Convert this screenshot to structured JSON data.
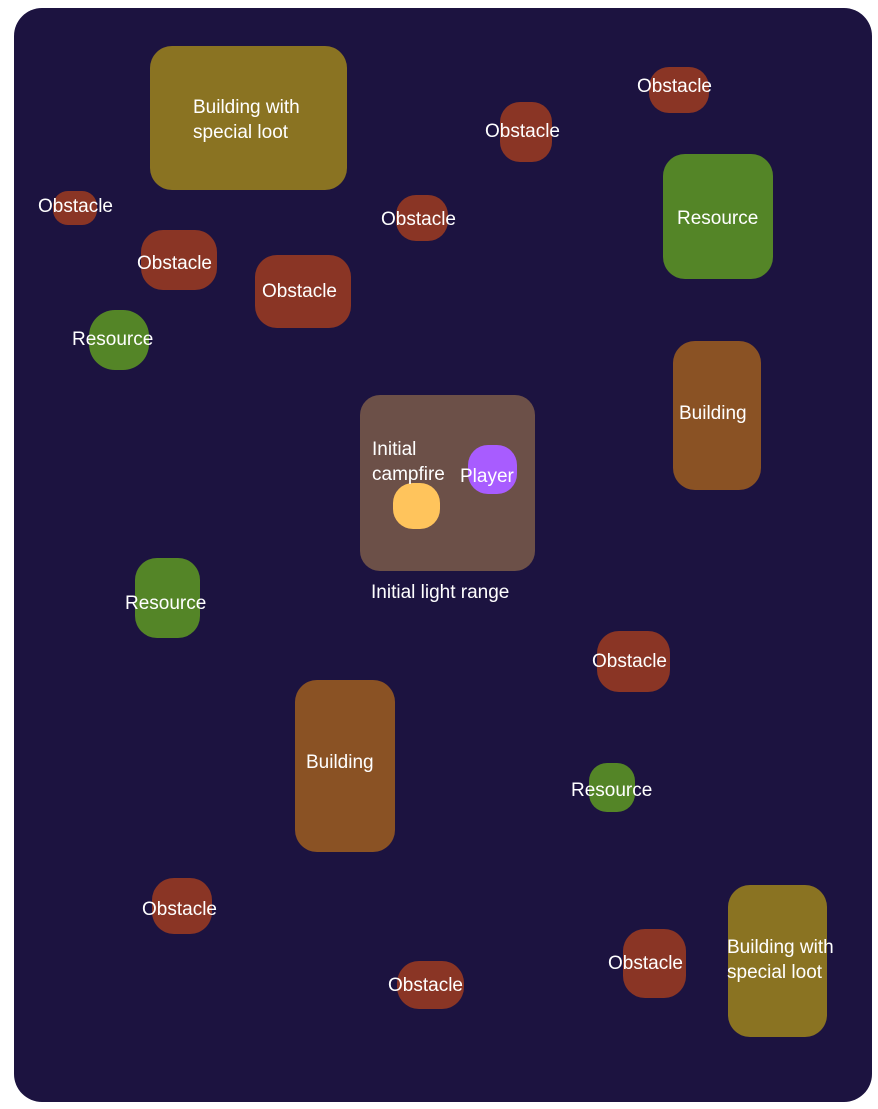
{
  "colors": {
    "background": "#1c1340",
    "obstacle": "#8a3525",
    "resource": "#548527",
    "building": "#8a5224",
    "special_building": "#8a7322",
    "light_range": "#6c5048",
    "campfire": "#ffc45c",
    "player": "#a85cff"
  },
  "labels": {
    "obstacle": "Obstacle",
    "resource": "Resource",
    "building": "Building",
    "special_building": "Building with special loot",
    "campfire": "Initial campfire",
    "player": "Player",
    "light_range": "Initial light range"
  }
}
